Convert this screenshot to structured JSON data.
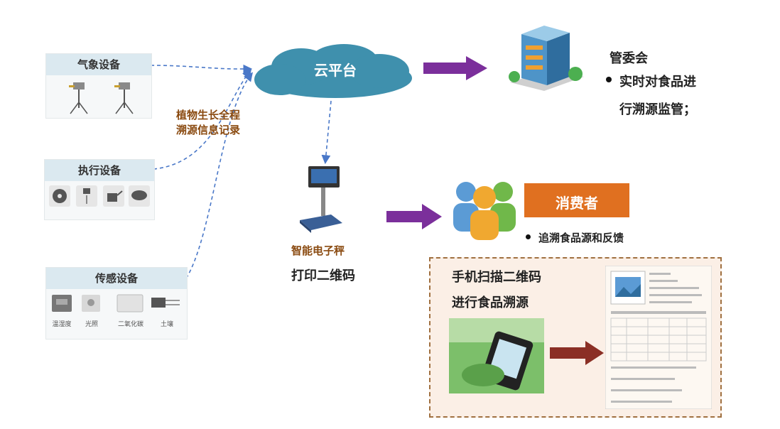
{
  "devices": {
    "weather": {
      "title": "气象设备"
    },
    "actuator": {
      "title": "执行设备"
    },
    "sensor": {
      "title": "传感设备",
      "captions": [
        "温湿度",
        "光照",
        "二氧化碳",
        "土壤"
      ]
    }
  },
  "trace_label": "植物生长全程\n溯源信息记录",
  "cloud_label": "云平台",
  "committee": {
    "title": "管委会",
    "bullet_line1": "实时对食品进",
    "bullet_line2": "行溯源监管；"
  },
  "scale": {
    "name": "智能电子秤",
    "action": "打印二维码"
  },
  "consumer": {
    "title": "消费者",
    "bullet": "追溯食品源和反馈"
  },
  "scan": {
    "line1": "手机扫描二维码",
    "line2": "进行食品溯源"
  },
  "colors": {
    "arrow_purple": "#7b2f9b",
    "consumer_orange": "#e07020",
    "trace_orange": "#8a4a10",
    "cloud_blue": "#3f90ad",
    "dash_blue": "#4a78c8",
    "box_border": "#a07040",
    "box_fill": "#fbefe6",
    "arrow_brown": "#8b2f25"
  }
}
